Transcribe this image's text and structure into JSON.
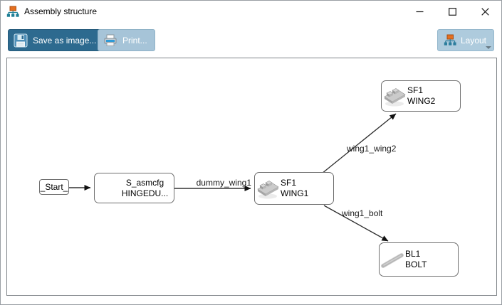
{
  "window": {
    "title": "Assembly structure",
    "controls": {
      "minimize": "minimize",
      "maximize": "maximize",
      "close": "close"
    }
  },
  "toolbar": {
    "save_label": "Save as image...",
    "print_label": "Print...",
    "layout_label": "Layout"
  },
  "colors": {
    "save_button_bg": "#2d6a8f",
    "print_button_bg": "#a6c4d8",
    "layout_button_bg": "#aecbdd",
    "hierarchy_icon_orange": "#e56f1f",
    "hierarchy_icon_teal": "#1e7f96",
    "edge_line": "#3c3c3c",
    "node_border": "#6e6e6e"
  },
  "diagram": {
    "nodes": [
      {
        "id": "start",
        "label": "_Start_"
      },
      {
        "id": "asmcfg",
        "line1": "S_asmcfg",
        "line2": "HINGEDU..."
      },
      {
        "id": "wing1",
        "line1": "SF1",
        "line2": "WING1",
        "icon": "wing-part-icon"
      },
      {
        "id": "wing2",
        "line1": "SF1",
        "line2": "WING2",
        "icon": "wing-part-icon"
      },
      {
        "id": "bolt",
        "line1": "BL1",
        "line2": "BOLT",
        "icon": "bolt-part-icon"
      }
    ],
    "edges": [
      {
        "from": "_Start_",
        "to": "S_asmcfg",
        "label": ""
      },
      {
        "from": "S_asmcfg",
        "to": "WING1",
        "label": "dummy_wing1"
      },
      {
        "from": "WING1",
        "to": "WING2",
        "label": "wing1_wing2"
      },
      {
        "from": "WING1",
        "to": "BOLT",
        "label": "wing1_bolt"
      }
    ]
  }
}
